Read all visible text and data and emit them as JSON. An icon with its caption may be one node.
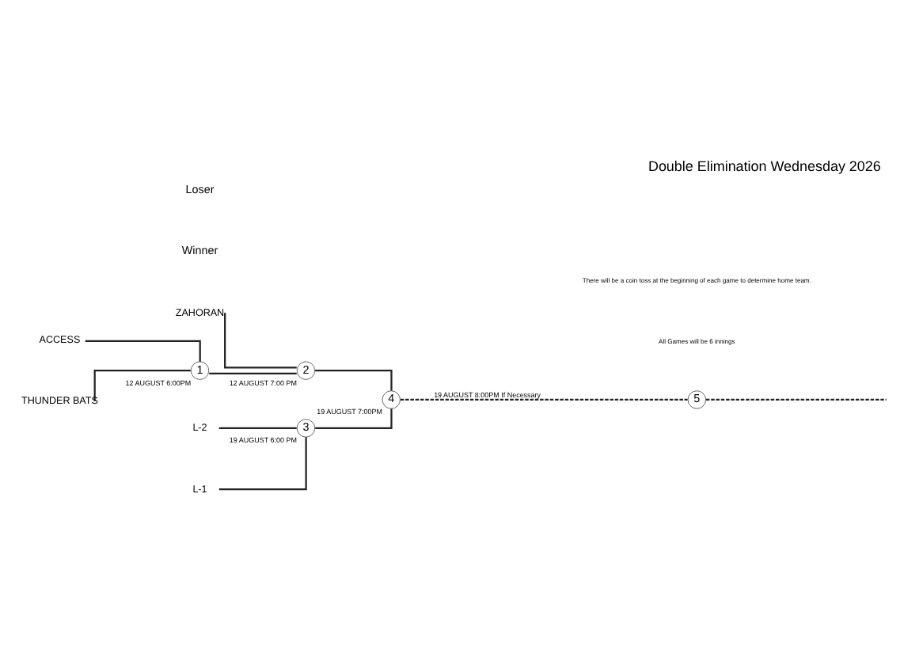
{
  "diagram": {
    "title": "Double Elimination Wednesday 2026",
    "nodes": [
      {
        "text": [
          "ZAHORAN"
        ]
      },
      {
        "text": [
          "2"
        ],
        "beside": [
          "12 AUGUST 7:00 PM"
        ]
      },
      {
        "text": [
          "ACCESS"
        ]
      },
      {
        "text": [
          "1"
        ],
        "beside": [
          "12 AUGUST 6:00PM"
        ]
      },
      {
        "text": [
          "THUNDER BATS"
        ]
      },
      {
        "text": [
          "4"
        ],
        "beside": [
          "19 AUGUST 7:00PM"
        ]
      },
      {
        "text": [
          "L-1"
        ]
      },
      {
        "text": [
          "3"
        ],
        "beside": [
          "19 AUGUST 6:00 PM"
        ]
      },
      {
        "text": [
          "L-2"
        ]
      },
      {
        "text": [
          "5"
        ]
      }
    ],
    "edges": [
      {
        "from": 0,
        "to": 1,
        "arrow": "none"
      },
      {
        "from": 2,
        "to": 3,
        "arrow": "none"
      },
      {
        "from": 4,
        "to": 3,
        "arrow": "none"
      },
      {
        "from": 3,
        "to": 1,
        "arrow": "none"
      },
      {
        "from": 1,
        "to": 5,
        "arrow": "none"
      },
      {
        "from": 6,
        "to": 7,
        "arrow": "none"
      },
      {
        "from": 8,
        "to": 7,
        "arrow": "none"
      },
      {
        "from": 7,
        "to": 5,
        "arrow": "none"
      },
      {
        "from": 5,
        "to": 9,
        "arrow": "none",
        "label": "19 AUGUST 8:00PM If Necessary",
        "style": "dashed"
      },
      {
        "from": 9,
        "to": null,
        "arrow": "none",
        "style": "dashed"
      }
    ],
    "labels": [
      "Winner",
      "All Games will be 6 innings",
      "There will be a coin toss at the beginning of each game to determine home team.",
      "Loser"
    ]
  }
}
